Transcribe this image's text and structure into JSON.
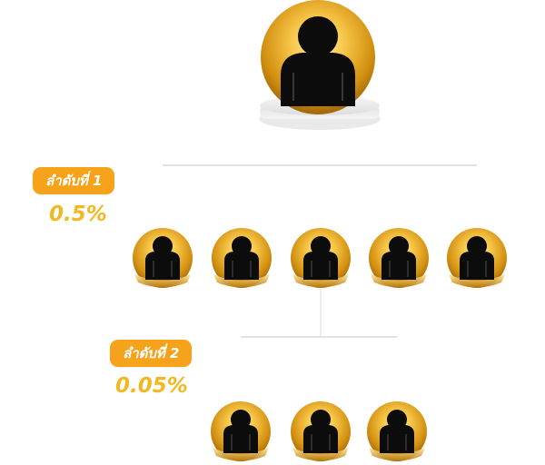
{
  "levels": [
    {
      "label": "ลำดับที่ 1",
      "rate": "0.5%"
    },
    {
      "label": "ลำดับที่ 2",
      "rate": "0.05%"
    }
  ],
  "colors": {
    "badge": "#f7a21b",
    "rate_text": "#f2b821",
    "avatar_gold_light": "#f7c648",
    "avatar_gold_dark": "#a96f0b",
    "avatar_figure": "#0c0c0c",
    "connector_line": "#d8d8d8"
  },
  "icons": {
    "person": "person-icon",
    "pedestal": "pedestal-icon"
  }
}
